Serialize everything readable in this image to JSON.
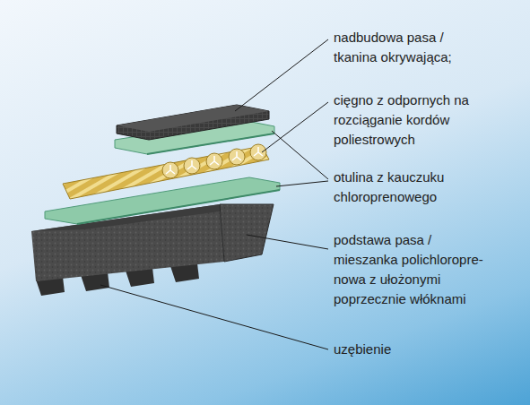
{
  "diagram": {
    "labels": [
      "nadbudowa pasa / tkanina okrywająca;",
      "cięgno z odpornych na rozciąganie kordów poliestrowych",
      "otulina z kauczuku chloroprenowego",
      "podstawa pasa / mieszanka polichloropre- nowa z ułożonymi poprzecznie włóknami",
      "uzębienie"
    ]
  }
}
